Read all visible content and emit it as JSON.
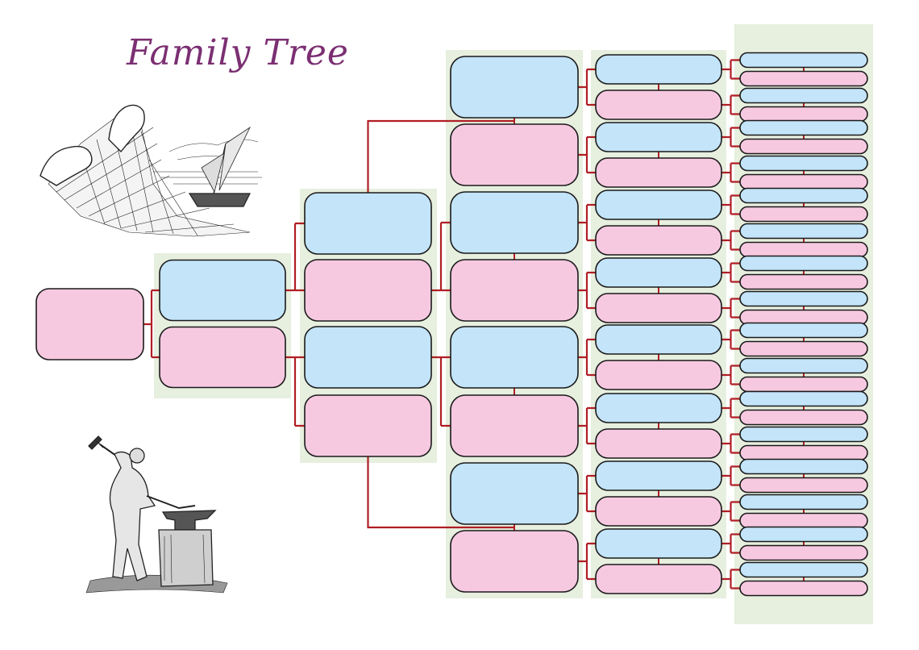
{
  "title": "Family Tree",
  "colors": {
    "paternal_box": "#c3e4f9",
    "maternal_box": "#f7c9e1",
    "box_border": "#1a1a1a",
    "connector": "#b01e24",
    "panel": "#e7efdf",
    "title": "#7b2f72"
  },
  "tree": {
    "generations": 6,
    "box_pattern": [
      "paternal",
      "maternal"
    ]
  },
  "illustrations": [
    "fishing-net-and-boat-engraving",
    "blacksmith-at-anvil-engraving"
  ]
}
